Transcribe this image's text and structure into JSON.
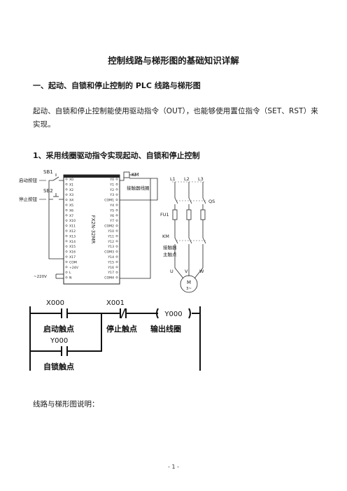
{
  "document": {
    "title": "控制线路与梯形图的基础知识详解",
    "section_heading": "一、起动、自锁和停止控制的 PLC 线路与梯形图",
    "intro_paragraph": "起动、自锁和停止控制能使用驱动指令（OUT），也能够使用置位指令（SET、RST）来实现。",
    "subsection_heading": "1、采用线圈驱动指令实现起动、自锁和停止控制",
    "explanation_label": "线路与梯形图说明：",
    "page_number": "- 1 -"
  },
  "wiring_diagram": {
    "sb1_label": "SB1",
    "sb2_label": "SB2",
    "start_button_label": "启动按钮",
    "stop_button_label": "停止按钮",
    "plc_model": "FX2N-32MR",
    "km_label": "KM",
    "contactor_coil_label": "接触器线圈",
    "power_label": "~220V",
    "left_terminals": [
      "X0",
      "X1",
      "X2",
      "X3",
      "X4",
      "X5",
      "X6",
      "X7",
      "X10",
      "X11",
      "X12",
      "X13",
      "X14",
      "X15",
      "X16",
      "X17",
      "COM",
      "+24V",
      "L",
      "N"
    ],
    "right_terminals": [
      "Y0",
      "Y1",
      "Y2",
      "Y3",
      "COM1",
      "Y4",
      "Y5",
      "Y6",
      "Y7",
      "COM2",
      "Y10",
      "Y11",
      "Y12",
      "Y13",
      "COM3",
      "Y14",
      "Y15",
      "Y16",
      "Y17",
      "COM4"
    ]
  },
  "motor_circuit": {
    "l1": "L1",
    "l2": "L2",
    "l3": "L3",
    "qs_label": "QS",
    "fu_label": "FU1",
    "km_label": "KM",
    "main_contact_line1": "接触器",
    "main_contact_line2": "主触点",
    "u": "U",
    "v": "V",
    "w": "W",
    "motor_label": "M",
    "motor_sub": "3~"
  },
  "ladder": {
    "x000": "X000",
    "x001": "X001",
    "y000_coil": "Y000",
    "y000_contact": "Y000",
    "start_contact_label": "启动触点",
    "stop_contact_label": "停止触点",
    "output_coil_label": "输出线圈",
    "self_lock_label": "自锁触点"
  }
}
